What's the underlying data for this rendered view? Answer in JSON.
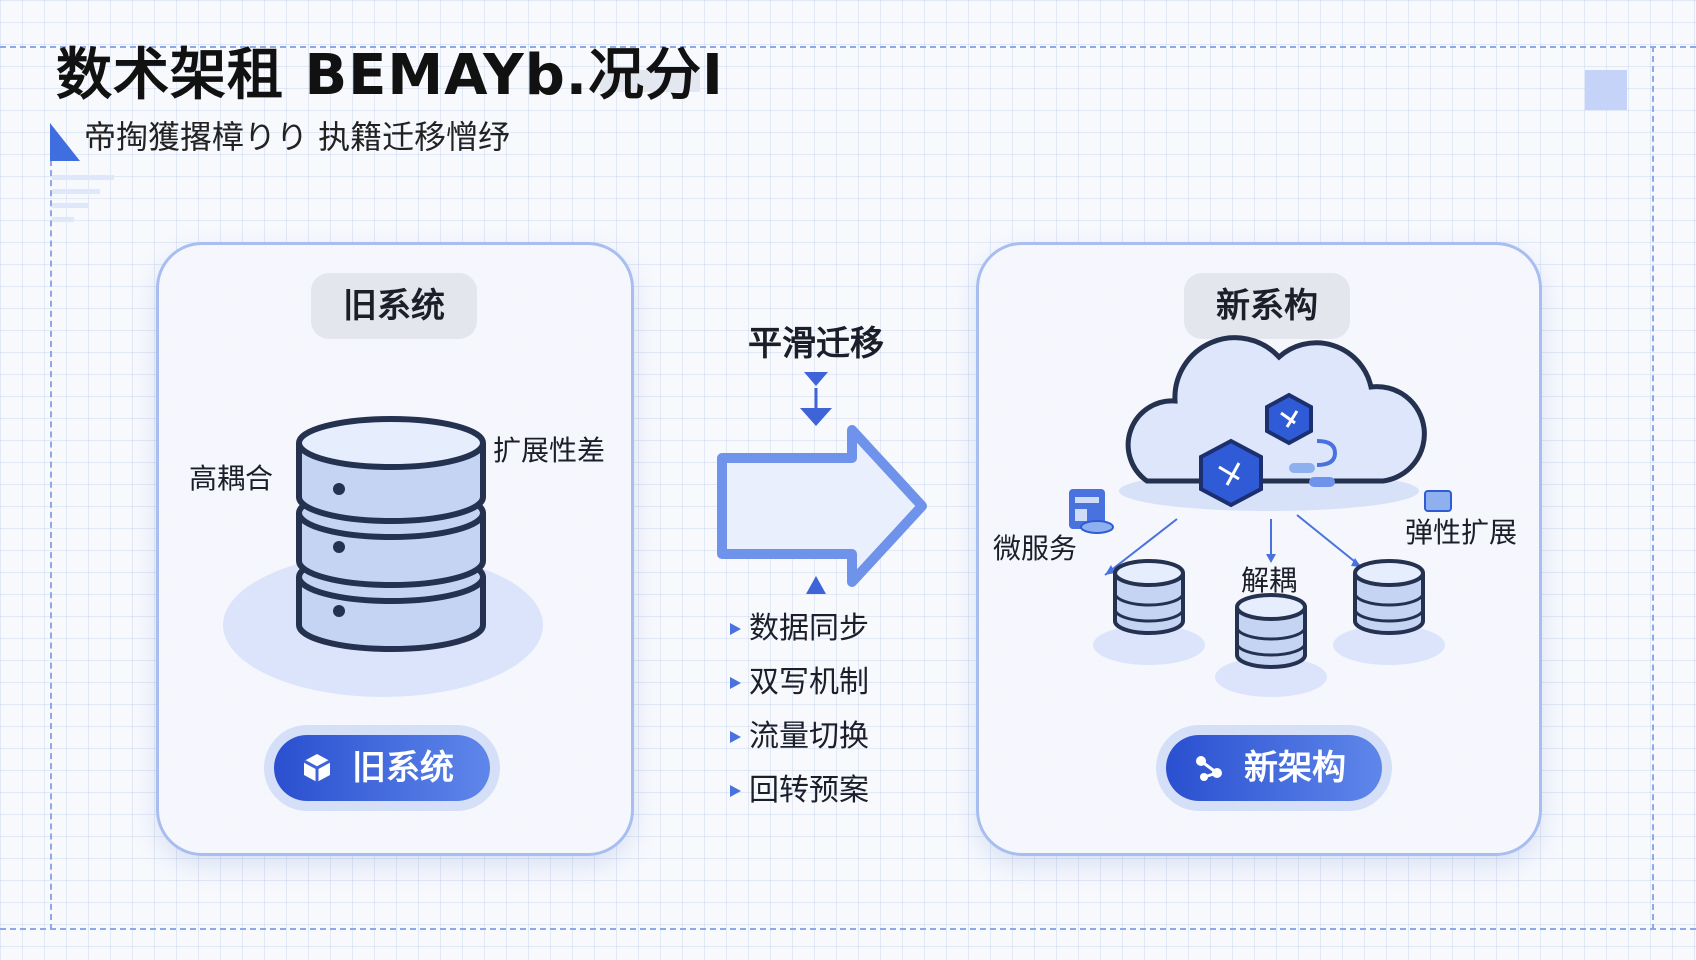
{
  "title": "数术架租 BEMAYb.况分I",
  "subtitle": "帝掏獲撂樟りり 执籍迁移憎纾",
  "old_panel": {
    "header": "旧系统",
    "labels": {
      "coupling": "高耦合",
      "scalability": "扩展性差"
    },
    "button_label": "旧系统",
    "button_icon": "cube-icon"
  },
  "migration": {
    "title": "平滑迁移",
    "steps": [
      "数据同步",
      "双写机制",
      "流量切换",
      "回转预案"
    ]
  },
  "new_panel": {
    "header": "新系构",
    "labels": {
      "microservice": "微服务",
      "decoupling": "解耦",
      "elastic": "弹性扩展"
    },
    "button_label": "新架构",
    "button_icon": "network-icon"
  },
  "colors": {
    "accent": "#3f6ee0",
    "accent_dark": "#2a4fd0",
    "panel_border": "#a8bdf0",
    "db_fill": "#c6d4f4",
    "db_stroke": "#24314f"
  }
}
